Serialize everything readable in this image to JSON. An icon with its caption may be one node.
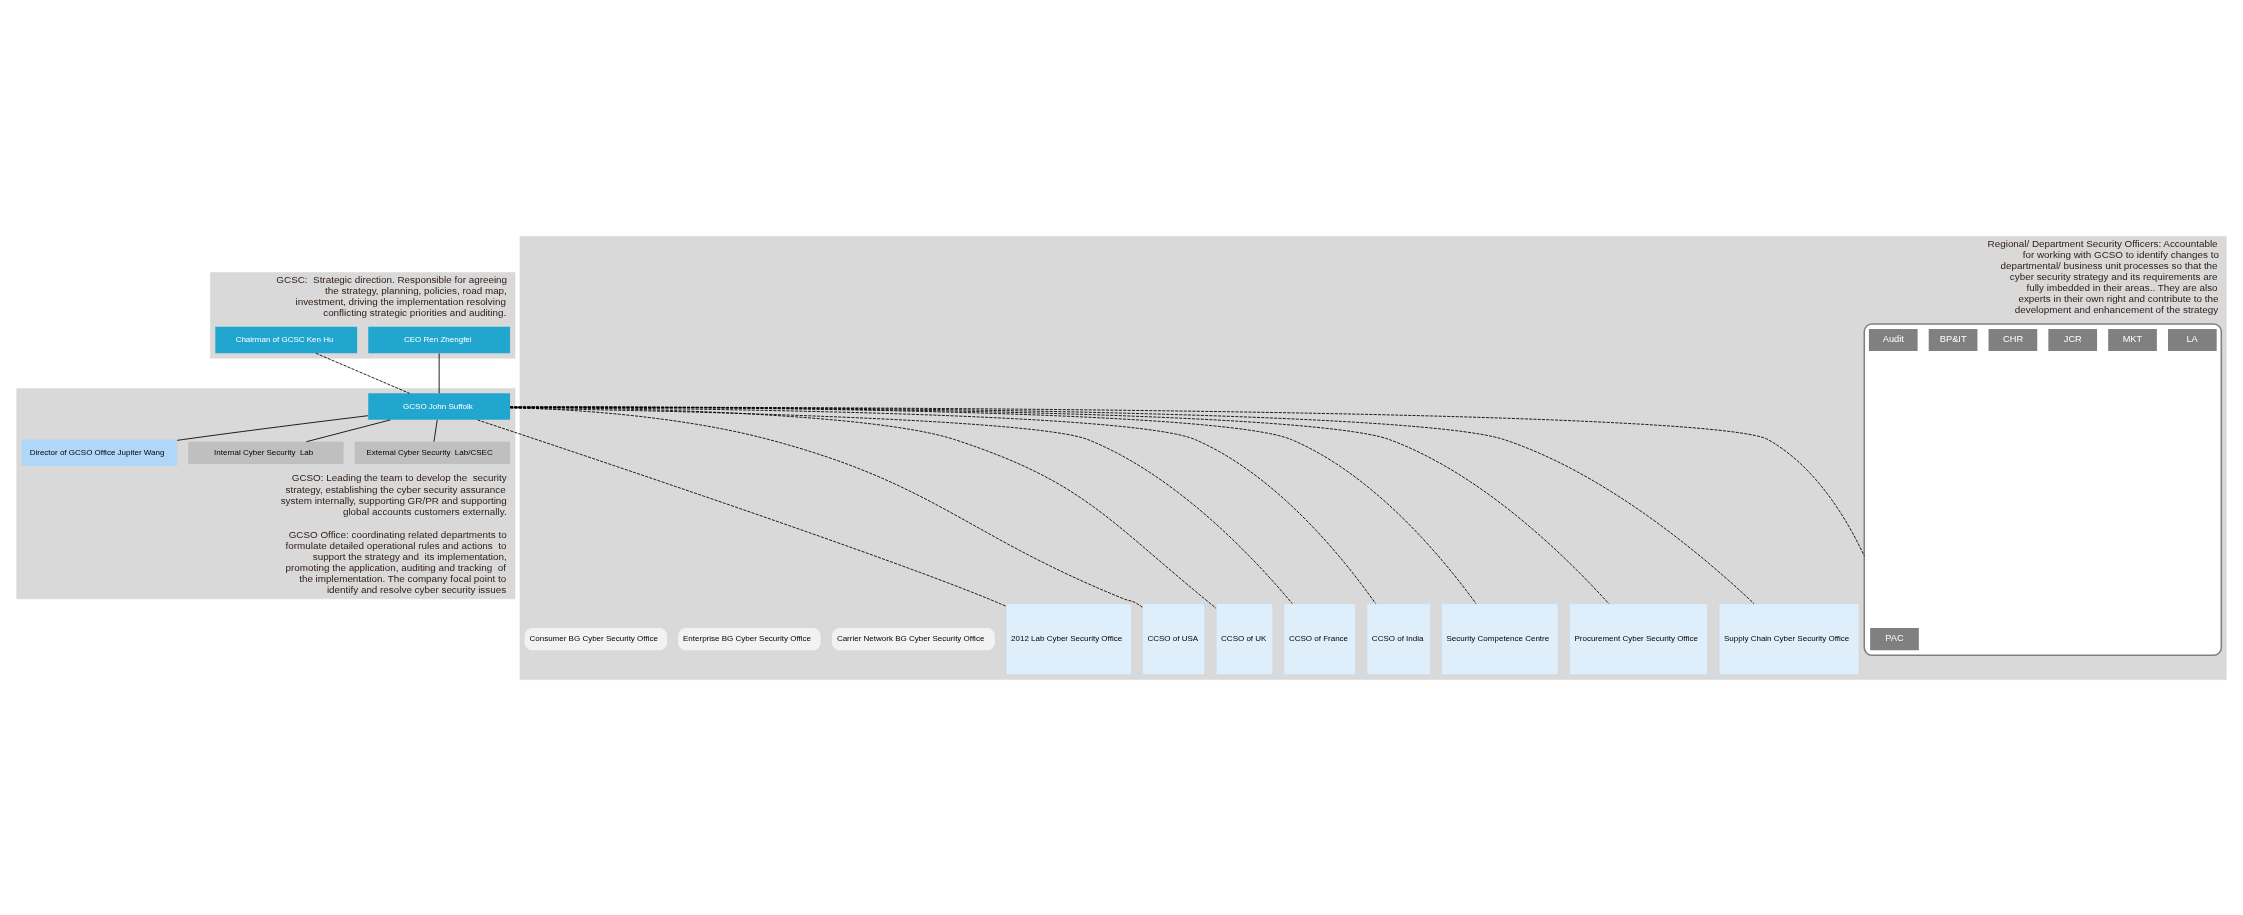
{
  "diagram": {
    "nodes": [
      {
        "text": [
          "GCSC:  Strategic direction. Responsible for agreeing the strategy, planning, policies, road map, investment, driving the implementation resolving conflicting strategic priorities and auditing."
        ]
      },
      {
        "text": [
          "Chairman of GCSC Ken Hu"
        ],
        "in": 0
      },
      {
        "text": [
          "CEO Ren Zhengfei"
        ],
        "in": 0
      },
      {
        "text": [
          "GCSO: Leading the team to develop the  security strategy, establishing the cyber security assurance system internally, supporting GR/PR and supporting global accounts customers externally.",
          "GCSO Office: coordinating related departments to formulate detailed operational rules and actions  to support the strategy and  its implementation, promoting the application, auditing and tracking  of the implementation. The company focal point to identify and resolve cyber security issues"
        ]
      },
      {
        "text": [
          "GCSO John Suffolk"
        ],
        "in": 3
      },
      {
        "text": [
          "External Cyber Security  Lab/CSEC"
        ],
        "in": 3
      },
      {
        "text": [
          "Director of GCSO Office Jupiter Wang"
        ],
        "in": 3
      },
      {
        "text": [
          "Internal Cyber Security  Lab"
        ],
        "in": 3
      },
      {
        "text": [
          "Regional/ Department Security Officers: Accountable for working with GCSO to identify changes to departmental/ business unit processes so that the cyber security strategy and its requirements are fully imbedded in their areas.. They are also experts in their own right and contribute to the development and enhancement of the strategy"
        ]
      },
      {
        "text": [],
        "shape": "box",
        "in": 8
      },
      {
        "text": [
          "PAC"
        ],
        "in": 9
      },
      {
        "text": [
          "LA"
        ],
        "in": 9
      },
      {
        "text": [
          "MKT"
        ],
        "in": 9
      },
      {
        "text": [
          "JCR"
        ],
        "in": 9
      },
      {
        "text": [
          "CHR"
        ],
        "in": 9
      },
      {
        "text": [
          "BP&IT"
        ],
        "in": 9
      },
      {
        "text": [
          "Audit"
        ],
        "in": 9
      },
      {
        "text": [
          "Security Competence Centre"
        ],
        "in": 8
      },
      {
        "text": [
          "Procurement Cyber Security Office"
        ],
        "in": 8
      },
      {
        "text": [
          "Supply Chain Cyber Security Office"
        ],
        "in": 8
      },
      {
        "text": [
          "2012 Lab Cyber Security Office"
        ],
        "in": 8
      },
      {
        "text": [
          "CCSO of USA"
        ],
        "in": 8
      },
      {
        "text": [
          "CCSO of UK"
        ],
        "in": 8
      },
      {
        "text": [
          "CCSO of France"
        ],
        "in": 8
      },
      {
        "text": [
          "CCSO of India"
        ],
        "in": 8
      },
      {
        "text": [
          "Carrier Network BG Cyber Security Office"
        ],
        "in": 8
      },
      {
        "text": [
          "Enterprise BG Cyber Security Office"
        ],
        "in": 8
      },
      {
        "text": [
          "Consumer BG Cyber Security Office"
        ],
        "in": 8
      }
    ],
    "edges": [
      {
        "from": 2,
        "to": 4,
        "arrow": "none"
      },
      {
        "from": 1,
        "to": 4,
        "arrow": "none",
        "style": "dashed"
      },
      {
        "from": 4,
        "to": 5,
        "arrow": "none"
      },
      {
        "from": 4,
        "to": 6,
        "arrow": "none"
      },
      {
        "from": 4,
        "to": 7,
        "arrow": "none"
      },
      {
        "from": 4,
        "to": 9,
        "arrow": "none",
        "style": "dashed"
      },
      {
        "from": 4,
        "to": 17,
        "arrow": "none",
        "style": "dashed"
      },
      {
        "from": 4,
        "to": 18,
        "arrow": "none",
        "style": "dashed"
      },
      {
        "from": 4,
        "to": 19,
        "arrow": "none",
        "style": "dashed"
      },
      {
        "from": 4,
        "to": 20,
        "arrow": "none",
        "style": "dashed"
      },
      {
        "from": 4,
        "to": 21,
        "arrow": "none",
        "style": "dashed"
      },
      {
        "from": 4,
        "to": 22,
        "arrow": "none",
        "style": "dashed"
      },
      {
        "from": 4,
        "to": 23,
        "arrow": "none",
        "style": "dashed"
      },
      {
        "from": 4,
        "to": 24,
        "arrow": "none",
        "style": "dashed"
      }
    ]
  }
}
